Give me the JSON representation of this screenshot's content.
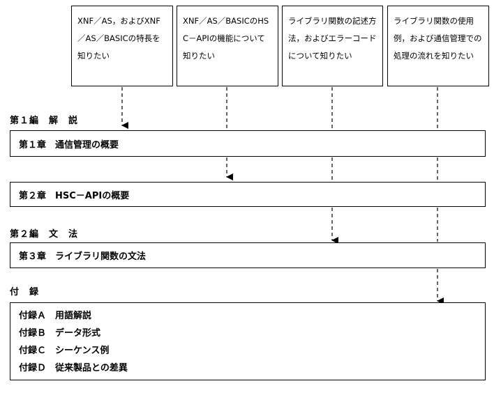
{
  "questions": [
    "XNF／AS，およびXNF／AS／BASICの特長を知りたい",
    "XNF／AS／BASICのHSC－APIの機能について知りたい",
    "ライブラリ関数の記述方法，およびエラーコードについて知りたい",
    "ライブラリ関数の使用例，および通信管理での処理の流れを知りたい"
  ],
  "part1": "第１編　解　説",
  "chapter1": "第１章　通信管理の概要",
  "chapter2": "第２章　HSC－APIの概要",
  "part2": "第２編　文　法",
  "chapter3": "第３章　ライブラリ関数の文法",
  "appendix_title": "付　録",
  "appendix_items": [
    "付録Ａ　用語解説",
    "付録Ｂ　データ形式",
    "付録Ｃ　シーケンス例",
    "付録Ｄ　従来製品との差異"
  ]
}
